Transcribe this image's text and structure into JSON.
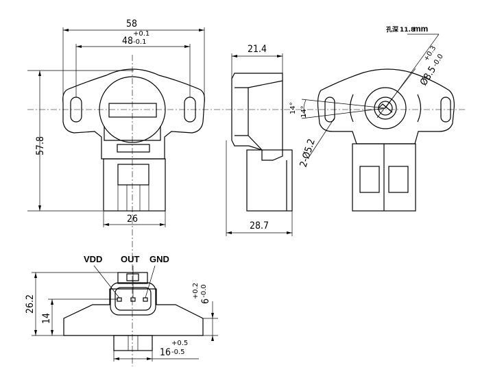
{
  "dimensions": {
    "overall_width": "58",
    "mount_spacing": "48",
    "mount_tol_upper": "+0.1",
    "mount_tol_lower": "-0.1",
    "height": "57.8",
    "connector_width": "26",
    "depth_top": "21.4",
    "depth_bottom": "28.7",
    "angle": "14°",
    "angle_side": "14°",
    "hole_dia": "2-Ø5.2",
    "shaft_dia": "Ø8.5",
    "shaft_tol_upper": "+0.3",
    "shaft_tol_lower": "-0.0",
    "hole_depth_label": "孔深",
    "hole_depth_value": "11.8",
    "hole_depth_unit": "mm",
    "conn_height": "26.2",
    "conn_offset": "14",
    "conn_step": "6",
    "conn_step_upper": "+0.2",
    "conn_step_lower": "-0.0",
    "plug_width": "16",
    "plug_tol_upper": "+0.5",
    "plug_tol_lower": "-0.5"
  },
  "pins": {
    "vdd": "VDD",
    "out": "OUT",
    "gnd": "GND"
  }
}
